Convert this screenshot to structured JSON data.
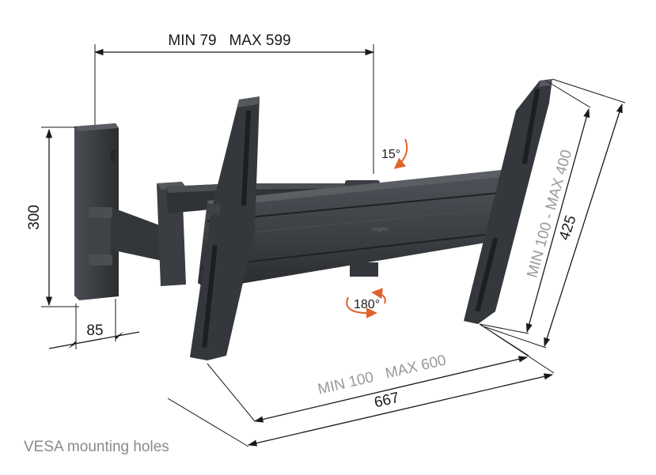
{
  "dimensions": {
    "top_width": "MIN 79   MAX 599",
    "plate_height": "300",
    "plate_depth": "85",
    "vesa_horizontal": "MIN 100   MAX 600",
    "overall_width": "667",
    "vesa_vertical": "MIN 100 - MAX 400",
    "overall_height": "425"
  },
  "rotation": {
    "tilt": "15°",
    "swivel": "180°",
    "accent_color": "#e0622c"
  },
  "caption": "VESA mounting holes",
  "colors": {
    "mount_dark": "#2e3033",
    "mount_mid": "#3d4044",
    "mount_light": "#55595e",
    "dimension_dark": "#1a1a1a",
    "dimension_grey": "#9a9a9a"
  }
}
